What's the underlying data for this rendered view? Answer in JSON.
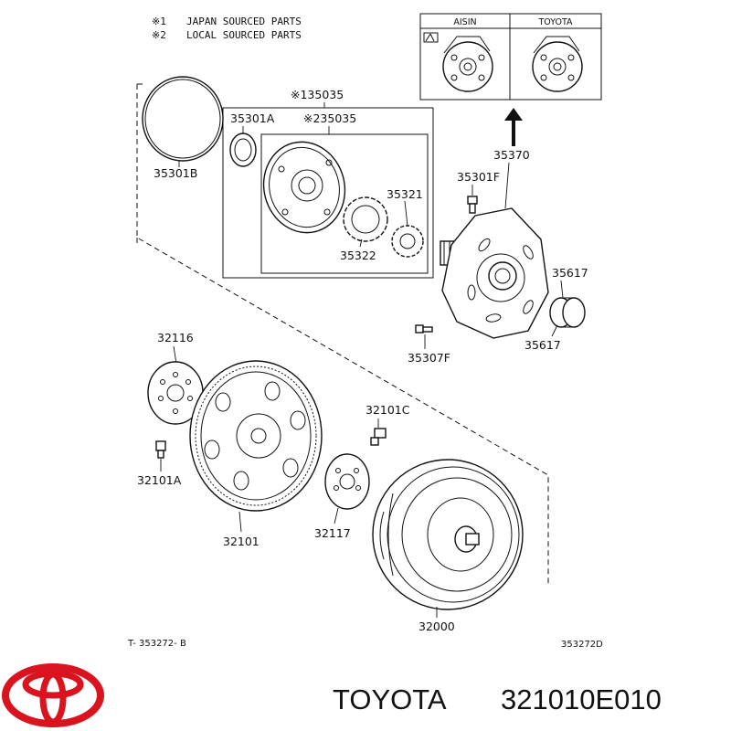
{
  "notes": [
    {
      "mark": "※1",
      "text": "JAPAN SOURCED PARTS"
    },
    {
      "mark": "※2",
      "text": "LOCAL SOURCED PARTS"
    }
  ],
  "inset": {
    "col1": "AISIN",
    "col2": "TOYOTA"
  },
  "labels": {
    "p35035_1": "※135035",
    "p35035_2": "※235035",
    "p35301A": "35301A",
    "p35301B": "35301B",
    "p35321": "35321",
    "p35322": "35322",
    "p35370": "35370",
    "p35301F": "35301F",
    "p35617a": "35617",
    "p35617b": "35617",
    "p35307F": "35307F",
    "p32116": "32116",
    "p32101C": "32101C",
    "p32101A": "32101A",
    "p32101": "32101",
    "p32117": "32117",
    "p32000": "32000"
  },
  "refs": {
    "left": "T- 353272- B",
    "right": "353272D"
  },
  "caption": {
    "brand": "TOYOTA",
    "part_number": "321010E010"
  },
  "colors": {
    "logo": "#d9141e",
    "ink": "#111111"
  }
}
